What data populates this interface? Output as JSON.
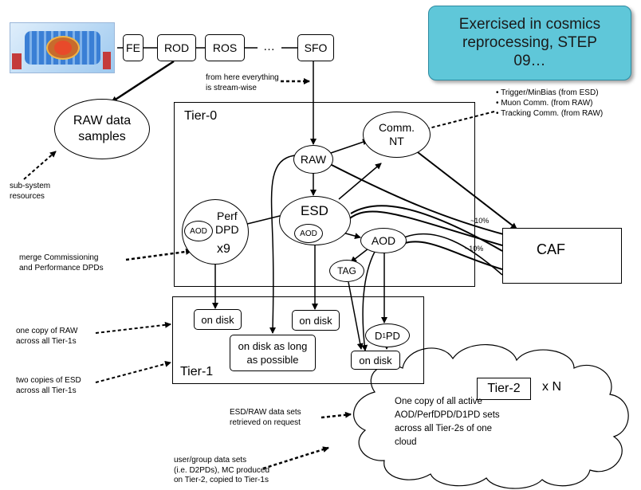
{
  "banner": {
    "text_line1": "Exercised in cosmics",
    "text_line2": "reprocessing, STEP",
    "text_line3": "09…"
  },
  "chain": {
    "fe": "FE",
    "rod": "ROD",
    "ros": "ROS",
    "ellipsis": "…",
    "sfo": "SFO"
  },
  "notes": {
    "stream_line1": "from here everything",
    "stream_line2": "is stream-wise",
    "bullets": [
      "• Trigger/MinBias (from ESD)",
      "• Muon Comm. (from RAW)",
      "• Tracking Comm. (from RAW)"
    ],
    "subsystem_line1": "sub-system",
    "subsystem_line2": "resources",
    "merge_line1": "merge Commissioning",
    "merge_line2": "and Performance DPDs",
    "raw_copy_line1": "one copy of RAW",
    "raw_copy_line2": "across all Tier-1s",
    "esd_copy_line1": "two copies of ESD",
    "esd_copy_line2": "across all Tier-1s",
    "retrieved_line1": "ESD/RAW data sets",
    "retrieved_line2": "retrieved on request",
    "user_line1": "user/group data sets",
    "user_line2": "(i.e. D2PDs), MC produced",
    "user_line3": "on Tier-2, copied to Tier-1s"
  },
  "raw_samples": {
    "line1": "RAW data",
    "line2": "samples"
  },
  "tier0": {
    "title": "Tier-0",
    "raw": "RAW",
    "comm_line1": "Comm.",
    "comm_line2": "NT",
    "esd": "ESD",
    "esd_aod": "AOD",
    "aod": "AOD",
    "tag": "TAG",
    "perf_line1": "Perf",
    "perf_line2": "DPD",
    "perf_aod": "AOD",
    "perf_mult": "x9",
    "pct_top": "~10%",
    "pct_bottom": "~10%"
  },
  "caf": "CAF",
  "tier1": {
    "title": "Tier-1",
    "disk1": "on disk",
    "disk2": "on disk",
    "disk_long_line1": "on disk as long",
    "disk_long_line2": "as possible",
    "disk3": "on disk",
    "d1pd_prefix": "D",
    "d1pd_sup": "1",
    "d1pd_suffix": "PD"
  },
  "tier2": {
    "title": "Tier-2",
    "mult": "x N",
    "cloud_line1": "One copy of all active",
    "cloud_line2": "AOD/PerfDPD/D1PD sets",
    "cloud_line3": "across all Tier-2s of one",
    "cloud_line4": "cloud"
  },
  "colors": {
    "banner_fill": "#5fc7d9",
    "banner_border": "#2d8aa0",
    "detector_blue": "#3a7fd5"
  }
}
